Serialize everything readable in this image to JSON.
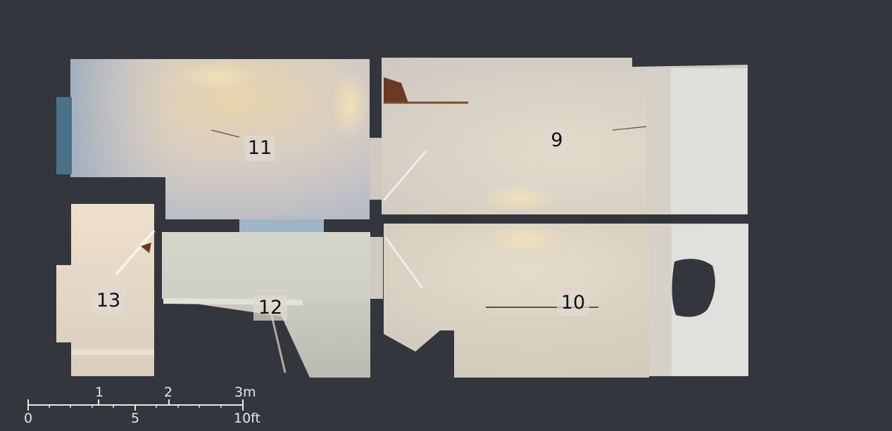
{
  "map": {
    "rooms": [
      {
        "id": "room-11",
        "label": "11"
      },
      {
        "id": "room-9",
        "label": "9"
      },
      {
        "id": "room-13",
        "label": "13"
      },
      {
        "id": "room-12",
        "label": "12"
      },
      {
        "id": "room-10",
        "label": "10"
      }
    ],
    "scale_bar": {
      "metric_ticks": [
        "1",
        "2",
        "3m"
      ],
      "imperial_ticks": [
        "0",
        "5",
        "10ft"
      ]
    }
  },
  "colors": {
    "background": "#33363c",
    "floor_light": "#ddd6cc",
    "floor_warm": "#e6d5b5",
    "floor_blue": "#a8b6c4",
    "scale_bar": "#e8e8e8"
  }
}
